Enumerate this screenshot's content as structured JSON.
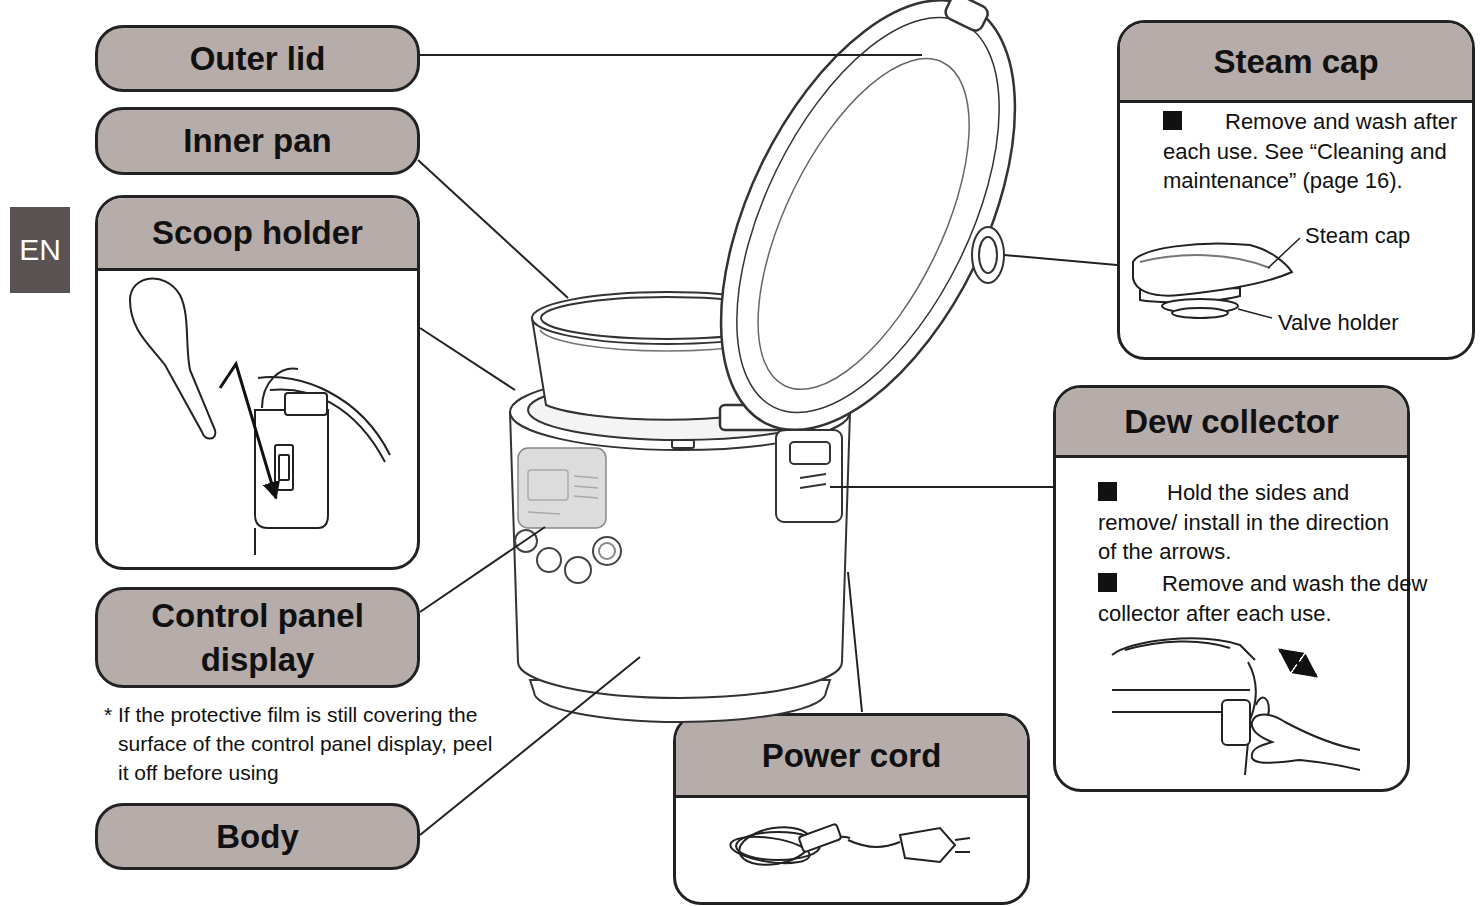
{
  "diagram": {
    "nodes": [
      {
        "text": [
          "Outer lid"
        ]
      },
      {
        "text": [
          "Inner pan"
        ]
      },
      {
        "text": [
          "EN"
        ]
      },
      {
        "text": [
          "Scoop holder"
        ]
      },
      {
        "text": [
          "Control panel display"
        ]
      },
      {
        "text": [
          "Body"
        ]
      },
      {
        "text": [
          "Steam cap",
          "Remove and wash after each use. See “Cleaning and maintenance” (page 16).",
          "Steam cap",
          "Valve holder"
        ]
      },
      {
        "text": [
          "Dew collector",
          "Hold the sides and remove/ install in the direction of the arrows.",
          "Remove and wash the dew collector after each use."
        ]
      },
      {
        "text": [
          "Power cord"
        ]
      }
    ],
    "labels": [
      "* If the protective film is still covering the surface of the control panel display, peel it off before using"
    ]
  }
}
